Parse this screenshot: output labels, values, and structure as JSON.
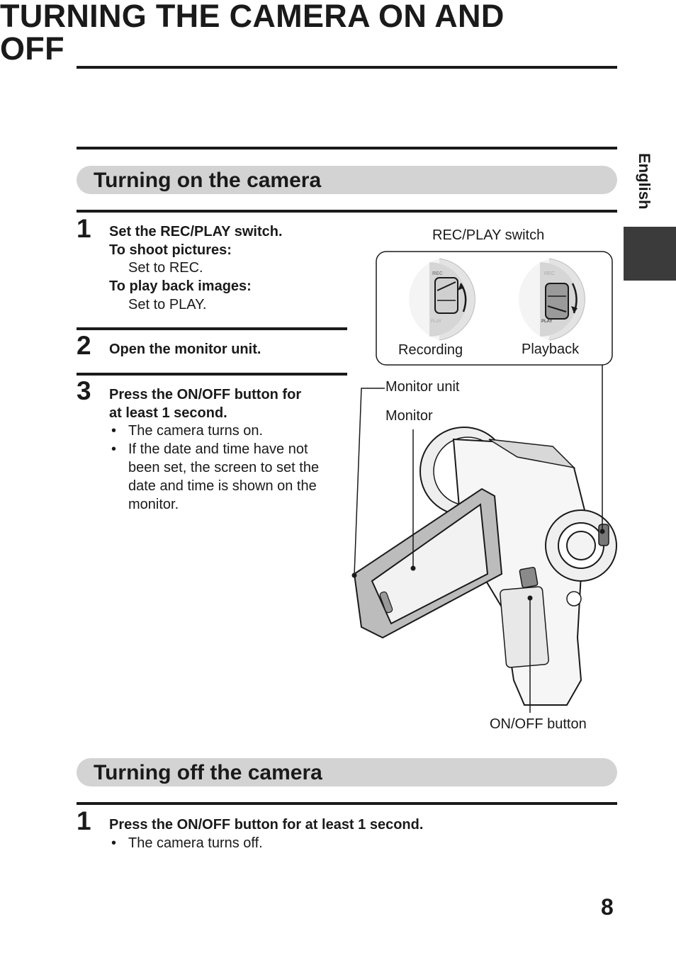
{
  "page": {
    "title": "TURNING THE CAMERA ON AND OFF",
    "side_tab_label": "English",
    "page_number": "8"
  },
  "section_on": {
    "heading": "Turning on the camera",
    "steps": [
      {
        "number": "1",
        "title": "Set the REC/PLAY switch.",
        "sub1_label": "To shoot pictures:",
        "sub1_text": "Set to REC.",
        "sub2_label": "To play back images:",
        "sub2_text": "Set to PLAY."
      },
      {
        "number": "2",
        "title": "Open the monitor unit."
      },
      {
        "number": "3",
        "title_line1": "Press the ON/OFF button for",
        "title_line2": "at least 1 second.",
        "bullets": [
          "The camera turns on.",
          "If the date and time have not been set, the screen to set the date and time is shown on the monitor."
        ]
      }
    ]
  },
  "diagram": {
    "switch_label": "REC/PLAY switch",
    "recording_label": "Recording",
    "playback_label": "Playback",
    "rec_mark": "REC",
    "play_mark": "PLAY",
    "monitor_unit_label": "Monitor unit",
    "monitor_label": "Monitor",
    "onoff_label": "ON/OFF button"
  },
  "section_off": {
    "heading": "Turning off the camera",
    "step": {
      "number": "1",
      "title": "Press the ON/OFF button for at least 1 second.",
      "bullet": "The camera turns off."
    }
  }
}
